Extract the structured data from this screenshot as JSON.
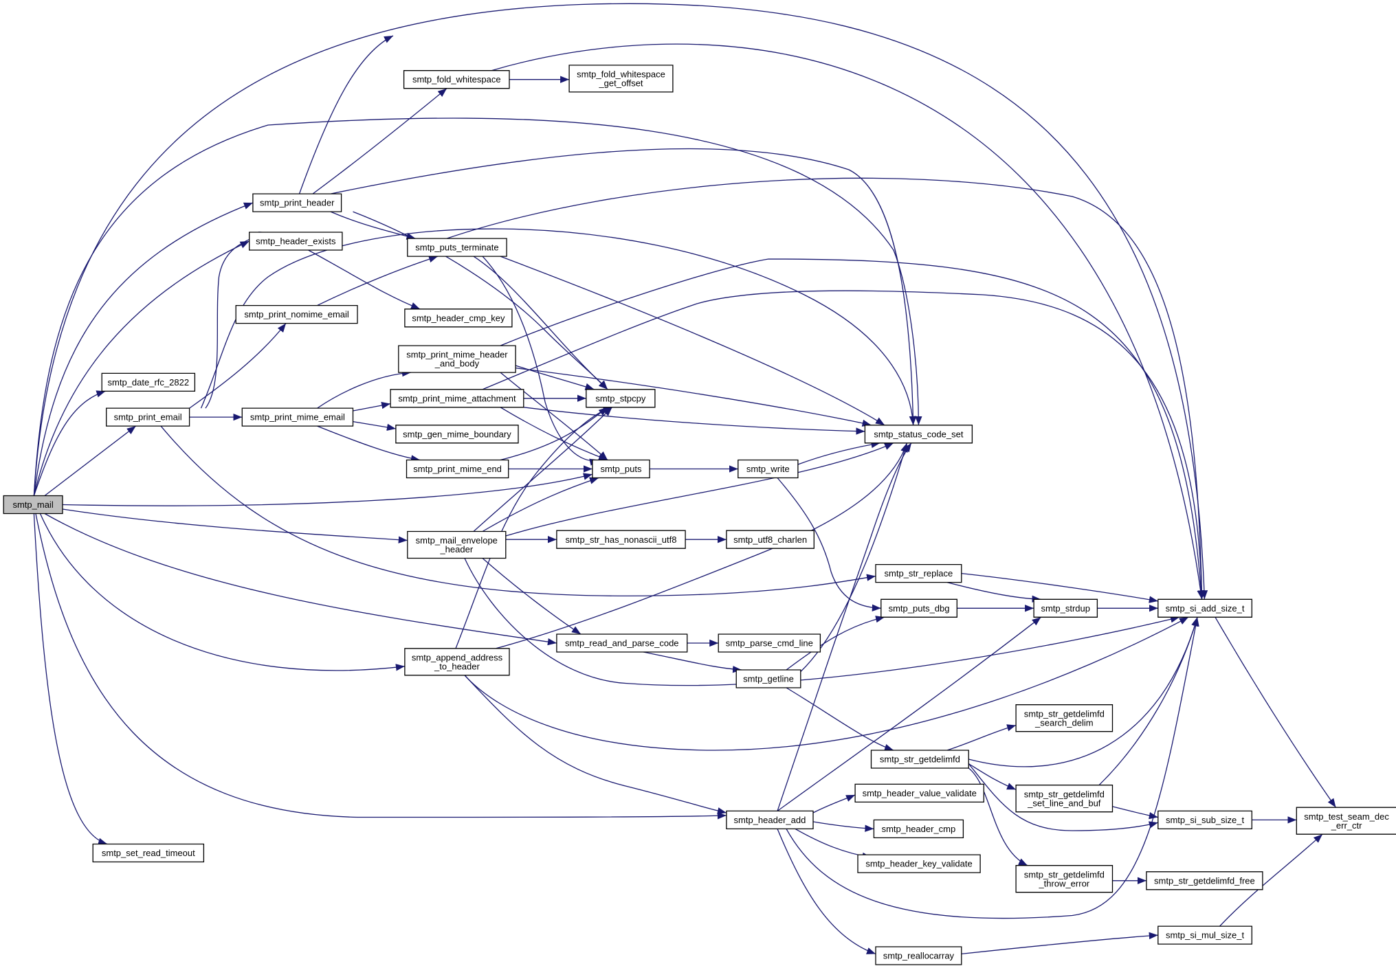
{
  "colors": {
    "edge": "#191970",
    "root_fill": "#bfbfbf",
    "node_fill": "#ffffff",
    "node_stroke": "#000000"
  },
  "nodes": [
    {
      "id": "smtp_mail",
      "lines": [
        "smtp_mail"
      ],
      "root": true
    },
    {
      "id": "smtp_print_header",
      "lines": [
        "smtp_print_header"
      ]
    },
    {
      "id": "smtp_header_exists",
      "lines": [
        "smtp_header_exists"
      ]
    },
    {
      "id": "smtp_date_rfc_2822",
      "lines": [
        "smtp_date_rfc_2822"
      ]
    },
    {
      "id": "smtp_print_email",
      "lines": [
        "smtp_print_email"
      ]
    },
    {
      "id": "smtp_set_read_timeout",
      "lines": [
        "smtp_set_read_timeout"
      ]
    },
    {
      "id": "smtp_fold_whitespace",
      "lines": [
        "smtp_fold_whitespace"
      ]
    },
    {
      "id": "smtp_fold_whitespace_get_offset",
      "lines": [
        "smtp_fold_whitespace",
        "_get_offset"
      ]
    },
    {
      "id": "smtp_puts_terminate",
      "lines": [
        "smtp_puts_terminate"
      ]
    },
    {
      "id": "smtp_print_nomime_email",
      "lines": [
        "smtp_print_nomime_email"
      ]
    },
    {
      "id": "smtp_header_cmp_key",
      "lines": [
        "smtp_header_cmp_key"
      ]
    },
    {
      "id": "smtp_print_mime_header_and_body",
      "lines": [
        "smtp_print_mime_header",
        "_and_body"
      ]
    },
    {
      "id": "smtp_print_mime_attachment",
      "lines": [
        "smtp_print_mime_attachment"
      ]
    },
    {
      "id": "smtp_print_mime_email",
      "lines": [
        "smtp_print_mime_email"
      ]
    },
    {
      "id": "smtp_gen_mime_boundary",
      "lines": [
        "smtp_gen_mime_boundary"
      ]
    },
    {
      "id": "smtp_print_mime_end",
      "lines": [
        "smtp_print_mime_end"
      ]
    },
    {
      "id": "smtp_stpcpy",
      "lines": [
        "smtp_stpcpy"
      ]
    },
    {
      "id": "smtp_puts",
      "lines": [
        "smtp_puts"
      ]
    },
    {
      "id": "smtp_write",
      "lines": [
        "smtp_write"
      ]
    },
    {
      "id": "smtp_status_code_set",
      "lines": [
        "smtp_status_code_set"
      ]
    },
    {
      "id": "smtp_mail_envelope_header",
      "lines": [
        "smtp_mail_envelope",
        "_header"
      ]
    },
    {
      "id": "smtp_str_has_nonascii_utf8",
      "lines": [
        "smtp_str_has_nonascii_utf8"
      ]
    },
    {
      "id": "smtp_utf8_charlen",
      "lines": [
        "smtp_utf8_charlen"
      ]
    },
    {
      "id": "smtp_append_address_to_header",
      "lines": [
        "smtp_append_address",
        "_to_header"
      ]
    },
    {
      "id": "smtp_read_and_parse_code",
      "lines": [
        "smtp_read_and_parse_code"
      ]
    },
    {
      "id": "smtp_parse_cmd_line",
      "lines": [
        "smtp_parse_cmd_line"
      ]
    },
    {
      "id": "smtp_getline",
      "lines": [
        "smtp_getline"
      ]
    },
    {
      "id": "smtp_str_replace",
      "lines": [
        "smtp_str_replace"
      ]
    },
    {
      "id": "smtp_puts_dbg",
      "lines": [
        "smtp_puts_dbg"
      ]
    },
    {
      "id": "smtp_strdup",
      "lines": [
        "smtp_strdup"
      ]
    },
    {
      "id": "smtp_si_add_size_t",
      "lines": [
        "smtp_si_add_size_t"
      ]
    },
    {
      "id": "smtp_str_getdelimfd",
      "lines": [
        "smtp_str_getdelimfd"
      ]
    },
    {
      "id": "smtp_str_getdelimfd_search_delim",
      "lines": [
        "smtp_str_getdelimfd",
        "_search_delim"
      ]
    },
    {
      "id": "smtp_str_getdelimfd_set_line_and_buf",
      "lines": [
        "smtp_str_getdelimfd",
        "_set_line_and_buf"
      ]
    },
    {
      "id": "smtp_str_getdelimfd_throw_error",
      "lines": [
        "smtp_str_getdelimfd",
        "_throw_error"
      ]
    },
    {
      "id": "smtp_str_getdelimfd_free",
      "lines": [
        "smtp_str_getdelimfd_free"
      ]
    },
    {
      "id": "smtp_si_sub_size_t",
      "lines": [
        "smtp_si_sub_size_t"
      ]
    },
    {
      "id": "smtp_test_seam_dec_err_ctr",
      "lines": [
        "smtp_test_seam_dec",
        "_err_ctr"
      ]
    },
    {
      "id": "smtp_header_add",
      "lines": [
        "smtp_header_add"
      ]
    },
    {
      "id": "smtp_header_value_validate",
      "lines": [
        "smtp_header_value_validate"
      ]
    },
    {
      "id": "smtp_header_cmp",
      "lines": [
        "smtp_header_cmp"
      ]
    },
    {
      "id": "smtp_header_key_validate",
      "lines": [
        "smtp_header_key_validate"
      ]
    },
    {
      "id": "smtp_reallocarray",
      "lines": [
        "smtp_reallocarray"
      ]
    },
    {
      "id": "smtp_si_mul_size_t",
      "lines": [
        "smtp_si_mul_size_t"
      ]
    }
  ],
  "edges": [
    [
      "smtp_mail",
      "smtp_print_header"
    ],
    [
      "smtp_mail",
      "smtp_header_exists"
    ],
    [
      "smtp_mail",
      "smtp_date_rfc_2822"
    ],
    [
      "smtp_mail",
      "smtp_print_email"
    ],
    [
      "smtp_mail",
      "smtp_status_code_set"
    ],
    [
      "smtp_mail",
      "smtp_si_add_size_t"
    ],
    [
      "smtp_mail",
      "smtp_puts"
    ],
    [
      "smtp_mail",
      "smtp_mail_envelope_header"
    ],
    [
      "smtp_mail",
      "smtp_read_and_parse_code"
    ],
    [
      "smtp_mail",
      "smtp_append_address_to_header"
    ],
    [
      "smtp_mail",
      "smtp_header_add"
    ],
    [
      "smtp_mail",
      "smtp_set_read_timeout"
    ],
    [
      "smtp_print_header",
      "smtp_fold_whitespace"
    ],
    [
      "smtp_print_header",
      "smtp_si_add_size_t"
    ],
    [
      "smtp_print_header",
      "smtp_status_code_set"
    ],
    [
      "smtp_print_header",
      "smtp_puts_terminate"
    ],
    [
      "smtp_print_header",
      "smtp_stpcpy"
    ],
    [
      "smtp_fold_whitespace",
      "smtp_fold_whitespace_get_offset"
    ],
    [
      "smtp_fold_whitespace",
      "smtp_si_add_size_t"
    ],
    [
      "smtp_header_exists",
      "smtp_header_cmp_key"
    ],
    [
      "smtp_print_email",
      "smtp_header_exists"
    ],
    [
      "smtp_print_email",
      "smtp_print_nomime_email"
    ],
    [
      "smtp_print_email",
      "smtp_print_mime_email"
    ],
    [
      "smtp_print_email",
      "smtp_str_replace"
    ],
    [
      "smtp_print_email",
      "smtp_status_code_set"
    ],
    [
      "smtp_print_nomime_email",
      "smtp_puts_terminate"
    ],
    [
      "smtp_puts_terminate",
      "smtp_si_add_size_t"
    ],
    [
      "smtp_puts_terminate",
      "smtp_stpcpy"
    ],
    [
      "smtp_puts_terminate",
      "smtp_status_code_set"
    ],
    [
      "smtp_puts_terminate",
      "smtp_puts"
    ],
    [
      "smtp_print_mime_email",
      "smtp_print_mime_header_and_body"
    ],
    [
      "smtp_print_mime_email",
      "smtp_print_mime_attachment"
    ],
    [
      "smtp_print_mime_email",
      "smtp_gen_mime_boundary"
    ],
    [
      "smtp_print_mime_email",
      "smtp_print_mime_end"
    ],
    [
      "smtp_print_mime_header_and_body",
      "smtp_si_add_size_t"
    ],
    [
      "smtp_print_mime_header_and_body",
      "smtp_stpcpy"
    ],
    [
      "smtp_print_mime_header_and_body",
      "smtp_status_code_set"
    ],
    [
      "smtp_print_mime_header_and_body",
      "smtp_puts"
    ],
    [
      "smtp_print_mime_attachment",
      "smtp_si_add_size_t"
    ],
    [
      "smtp_print_mime_attachment",
      "smtp_stpcpy"
    ],
    [
      "smtp_print_mime_attachment",
      "smtp_status_code_set"
    ],
    [
      "smtp_print_mime_attachment",
      "smtp_puts"
    ],
    [
      "smtp_print_mime_end",
      "smtp_stpcpy"
    ],
    [
      "smtp_print_mime_end",
      "smtp_puts"
    ],
    [
      "smtp_puts",
      "smtp_write"
    ],
    [
      "smtp_write",
      "smtp_status_code_set"
    ],
    [
      "smtp_write",
      "smtp_puts_dbg"
    ],
    [
      "smtp_mail_envelope_header",
      "smtp_stpcpy"
    ],
    [
      "smtp_mail_envelope_header",
      "smtp_puts"
    ],
    [
      "smtp_mail_envelope_header",
      "smtp_status_code_set"
    ],
    [
      "smtp_mail_envelope_header",
      "smtp_str_has_nonascii_utf8"
    ],
    [
      "smtp_mail_envelope_header",
      "smtp_read_and_parse_code"
    ],
    [
      "smtp_mail_envelope_header",
      "smtp_si_add_size_t"
    ],
    [
      "smtp_str_has_nonascii_utf8",
      "smtp_utf8_charlen"
    ],
    [
      "smtp_append_address_to_header",
      "smtp_stpcpy"
    ],
    [
      "smtp_append_address_to_header",
      "smtp_status_code_set"
    ],
    [
      "smtp_append_address_to_header",
      "smtp_si_add_size_t"
    ],
    [
      "smtp_append_address_to_header",
      "smtp_header_add"
    ],
    [
      "smtp_read_and_parse_code",
      "smtp_parse_cmd_line"
    ],
    [
      "smtp_read_and_parse_code",
      "smtp_getline"
    ],
    [
      "smtp_getline",
      "smtp_puts_dbg"
    ],
    [
      "smtp_getline",
      "smtp_status_code_set"
    ],
    [
      "smtp_getline",
      "smtp_str_getdelimfd"
    ],
    [
      "smtp_str_replace",
      "smtp_strdup"
    ],
    [
      "smtp_str_replace",
      "smtp_si_add_size_t"
    ],
    [
      "smtp_puts_dbg",
      "smtp_strdup"
    ],
    [
      "smtp_strdup",
      "smtp_si_add_size_t"
    ],
    [
      "smtp_si_add_size_t",
      "smtp_test_seam_dec_err_ctr"
    ],
    [
      "smtp_str_getdelimfd",
      "smtp_str_getdelimfd_search_delim"
    ],
    [
      "smtp_str_getdelimfd",
      "smtp_si_add_size_t"
    ],
    [
      "smtp_str_getdelimfd",
      "smtp_str_getdelimfd_set_line_and_buf"
    ],
    [
      "smtp_str_getdelimfd",
      "smtp_si_sub_size_t"
    ],
    [
      "smtp_str_getdelimfd",
      "smtp_str_getdelimfd_throw_error"
    ],
    [
      "smtp_str_getdelimfd_set_line_and_buf",
      "smtp_si_add_size_t"
    ],
    [
      "smtp_str_getdelimfd_set_line_and_buf",
      "smtp_si_sub_size_t"
    ],
    [
      "smtp_str_getdelimfd_throw_error",
      "smtp_str_getdelimfd_free"
    ],
    [
      "smtp_si_sub_size_t",
      "smtp_test_seam_dec_err_ctr"
    ],
    [
      "smtp_si_mul_size_t",
      "smtp_test_seam_dec_err_ctr"
    ],
    [
      "smtp_header_add",
      "smtp_header_value_validate"
    ],
    [
      "smtp_header_add",
      "smtp_header_cmp"
    ],
    [
      "smtp_header_add",
      "smtp_header_key_validate"
    ],
    [
      "smtp_header_add",
      "smtp_reallocarray"
    ],
    [
      "smtp_header_add",
      "smtp_strdup"
    ],
    [
      "smtp_header_add",
      "smtp_si_add_size_t"
    ],
    [
      "smtp_header_add",
      "smtp_status_code_set"
    ],
    [
      "smtp_reallocarray",
      "smtp_si_mul_size_t"
    ]
  ]
}
